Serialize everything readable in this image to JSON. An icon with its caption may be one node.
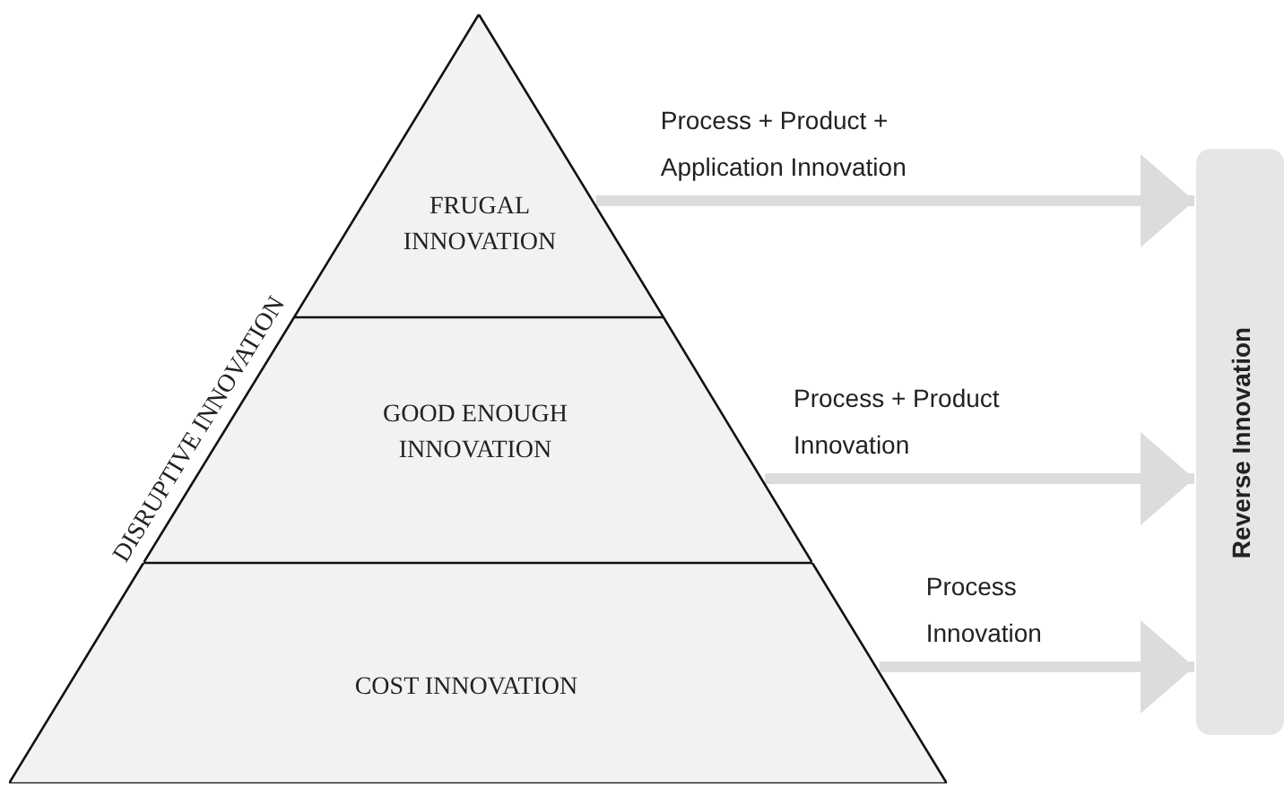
{
  "diagram": {
    "nodes": [
      {
        "text": [
          "FRUGAL INNOVATION"
        ]
      },
      {
        "text": [
          "GOOD ENOUGH INNOVATION"
        ]
      },
      {
        "text": [
          "COST INNOVATION"
        ]
      },
      {
        "text": [
          "Reverse Innovation"
        ]
      }
    ],
    "edges": [
      {
        "from": 0,
        "to": 3,
        "arrow": "to",
        "label": "Process + Product + Application Innovation"
      },
      {
        "from": 1,
        "to": 3,
        "arrow": "to",
        "label": "Process + Product Innovation"
      },
      {
        "from": 2,
        "to": 3,
        "arrow": "to",
        "label": "Process Innovation"
      }
    ],
    "labels": [
      "DISRUPTIVE INNOVATION"
    ]
  }
}
